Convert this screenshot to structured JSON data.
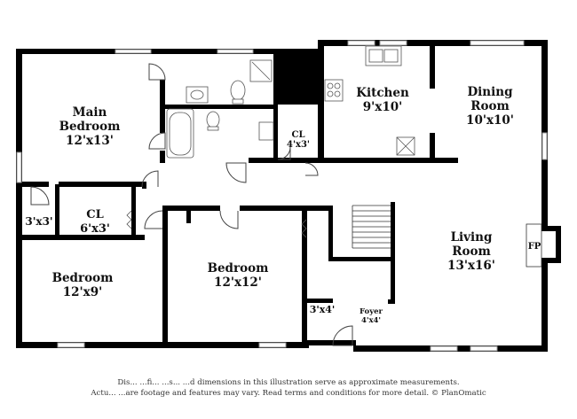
{
  "rooms": {
    "main_bedroom": {
      "name_line1": "Main",
      "name_line2": "Bedroom",
      "size": "12'x13'"
    },
    "kitchen": {
      "name": "Kitchen",
      "size": "9'x10'"
    },
    "dining_room": {
      "name": "Dining",
      "name_line2": "Room",
      "size": "10'x10'"
    },
    "closet_hall": {
      "name": "CL",
      "size": "4'x3'"
    },
    "closet_left": {
      "name": "CL",
      "size": "6'x3'"
    },
    "closet_small": {
      "size": "3'x3'"
    },
    "living_room": {
      "name": "Living",
      "name_line2": "Room",
      "size": "13'x16'"
    },
    "fireplace": {
      "label": "FP"
    },
    "bedroom_left": {
      "name": "Bedroom",
      "size": "12'x9'"
    },
    "bedroom_center": {
      "name": "Bedroom",
      "size": "12'x12'"
    },
    "closet_foyer": {
      "size": "3'x4'"
    },
    "foyer": {
      "name": "Foyer",
      "size": "4'x4'"
    }
  },
  "disclaimer": {
    "line1": "Dis... ...fi... ...s... ...d dimensions in this illustration serve as approximate measurements.",
    "line2": "Actu... ...are footage and features may vary. Read terms and conditions for more detail. © PlanOmatic"
  }
}
